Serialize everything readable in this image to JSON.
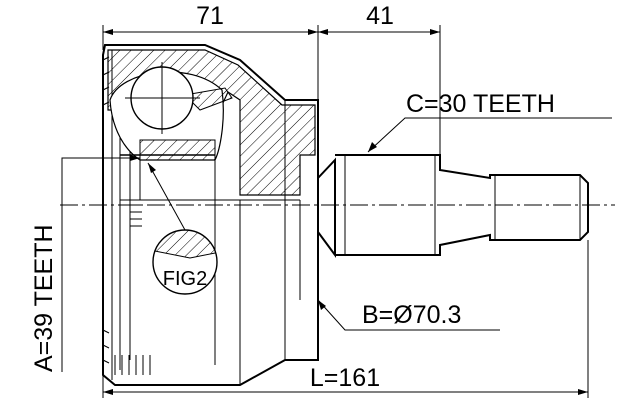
{
  "dimensions": {
    "housing_length": "71",
    "shaft_length": "41",
    "outer_spline": "C=30 TEETH",
    "inner_spline": "A=39 TEETH",
    "abs_ring": "B=Ø70.3",
    "total_length": "L=161"
  },
  "callouts": {
    "detail": "FIG2"
  }
}
